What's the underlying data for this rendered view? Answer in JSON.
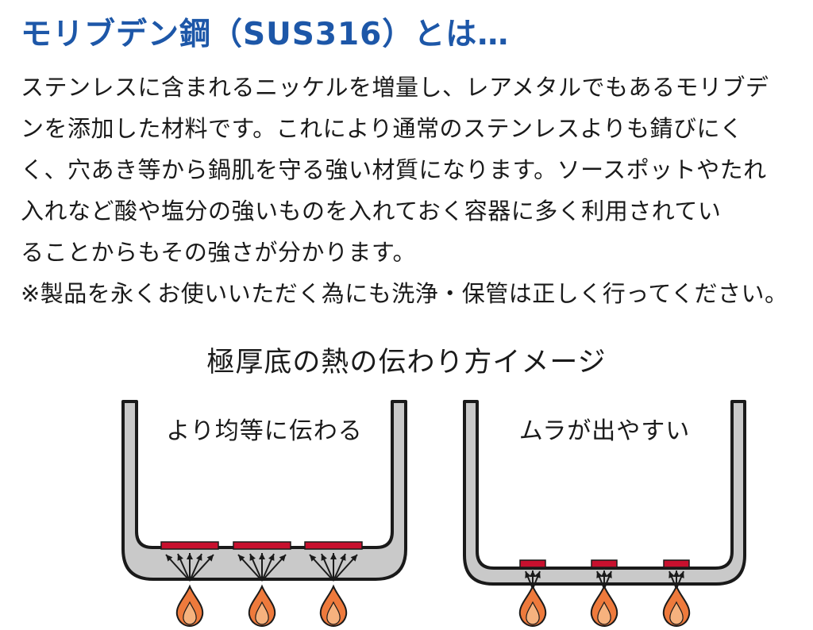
{
  "title": "モリブデン鋼（SUS316）とは…",
  "body_lines": [
    "ステンレスに含まれるニッケルを増量し、レアメタルでもあるモリブデ",
    "ンを添加した材料です。これにより通常のステンレスよりも錆びにく",
    "く、穴あき等から鍋肌を守る強い材質になります。ソースポットやたれ",
    "入れなど酸や塩分の強いものを入れておく容器に多く利用されてい",
    "ることからもその強さが分かります。",
    "※製品を永くお使いいただく為にも洗浄・保管は正しく行ってください。"
  ],
  "diagram": {
    "title": "極厚底の熱の伝わり方イメージ",
    "left_pot_label": "より均等に伝わる",
    "right_pot_label": "ムラが出やすい"
  },
  "colors": {
    "title_blue": "#1d57a8",
    "pot_outline": "#1a1a1a",
    "pot_fill": "#c9c9c9",
    "heat_red": "#c8102e",
    "flame_orange": "#ee7a3c",
    "flame_inner": "#f6b27e"
  },
  "icons": [
    "flame-icon",
    "arrow-icon",
    "heat-spot-icon"
  ]
}
